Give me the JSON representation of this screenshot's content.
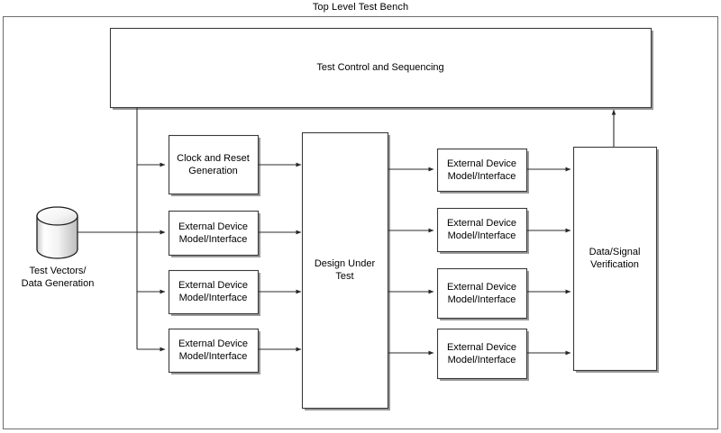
{
  "diagram": {
    "title": "Top Level Test Bench",
    "type": "block-diagram",
    "colors": {
      "stroke": "#3a3a3a",
      "shadow": "#9a9a9a",
      "fill": "#ffffff",
      "text": "#000000",
      "cylinder_gradient_light": "#ffffff",
      "cylinder_gradient_dark": "#b8b8b8"
    },
    "outer_frame": {
      "label": "test-bench-boundary"
    },
    "nodes": {
      "control": {
        "label": "Test Control and Sequencing"
      },
      "source": {
        "label": "Test Vectors/\nData Generation",
        "shape": "cylinder"
      },
      "clock": {
        "label": "Clock and Reset\nGeneration"
      },
      "dut": {
        "label": "Design Under\nTest"
      },
      "verification": {
        "label": "Data/Signal\nVerification"
      },
      "left_interfaces": [
        {
          "label": "External Device\nModel/Interface"
        },
        {
          "label": "External Device\nModel/Interface"
        },
        {
          "label": "External Device\nModel/Interface"
        }
      ],
      "right_interfaces": [
        {
          "label": "External Device\nModel/Interface"
        },
        {
          "label": "External Device\nModel/Interface"
        },
        {
          "label": "External Device\nModel/Interface"
        },
        {
          "label": "External Device\nModel/Interface"
        }
      ]
    },
    "edges": [
      {
        "from": "control",
        "to": "clock",
        "style": "arrow"
      },
      {
        "from": "control",
        "to": "left_interface_1",
        "style": "arrow"
      },
      {
        "from": "control",
        "to": "left_interface_2",
        "style": "arrow"
      },
      {
        "from": "control",
        "to": "left_interface_3",
        "style": "arrow"
      },
      {
        "from": "source",
        "to": "left_interface_1",
        "style": "arrow"
      },
      {
        "from": "clock",
        "to": "dut",
        "style": "arrow"
      },
      {
        "from": "left_interface_1",
        "to": "dut",
        "style": "arrow"
      },
      {
        "from": "left_interface_2",
        "to": "dut",
        "style": "arrow"
      },
      {
        "from": "left_interface_3",
        "to": "dut",
        "style": "arrow"
      },
      {
        "from": "dut",
        "to": "right_interface_1",
        "style": "arrow"
      },
      {
        "from": "dut",
        "to": "right_interface_2",
        "style": "arrow"
      },
      {
        "from": "dut",
        "to": "right_interface_3",
        "style": "arrow"
      },
      {
        "from": "dut",
        "to": "right_interface_4",
        "style": "arrow"
      },
      {
        "from": "right_interface_1",
        "to": "verification",
        "style": "arrow"
      },
      {
        "from": "right_interface_2",
        "to": "verification",
        "style": "arrow"
      },
      {
        "from": "right_interface_3",
        "to": "verification",
        "style": "arrow"
      },
      {
        "from": "right_interface_4",
        "to": "verification",
        "style": "arrow"
      },
      {
        "from": "verification",
        "to": "control",
        "style": "arrow"
      }
    ]
  }
}
